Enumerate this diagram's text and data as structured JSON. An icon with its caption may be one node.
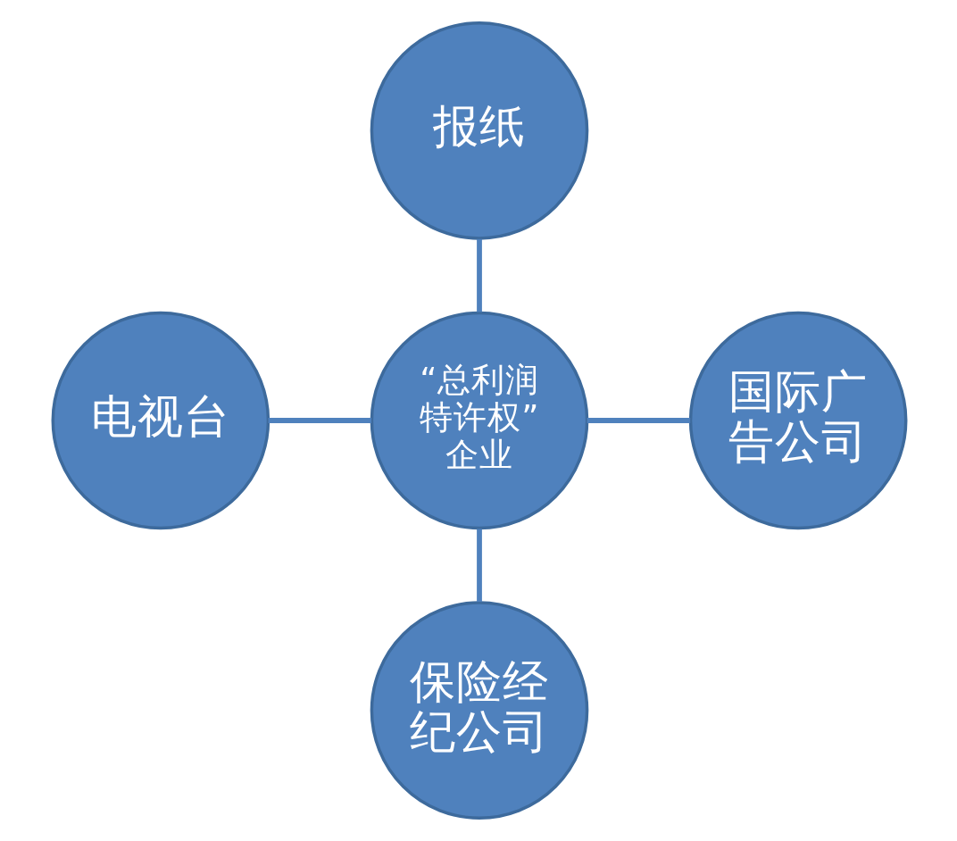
{
  "diagram": {
    "nodes": [
      {
        "text": [
          "报纸"
        ]
      },
      {
        "text": [
          "电视台"
        ]
      },
      {
        "text": [
          "“总利润特许权”企业"
        ]
      },
      {
        "text": [
          "国际广告公司"
        ]
      },
      {
        "text": [
          "保险经纪公司"
        ]
      }
    ],
    "edges": [
      {
        "from": 0,
        "to": 2,
        "arrow": "none"
      },
      {
        "from": 1,
        "to": 2,
        "arrow": "none"
      },
      {
        "from": 2,
        "to": 3,
        "arrow": "none"
      },
      {
        "from": 2,
        "to": 4,
        "arrow": "none"
      }
    ]
  }
}
